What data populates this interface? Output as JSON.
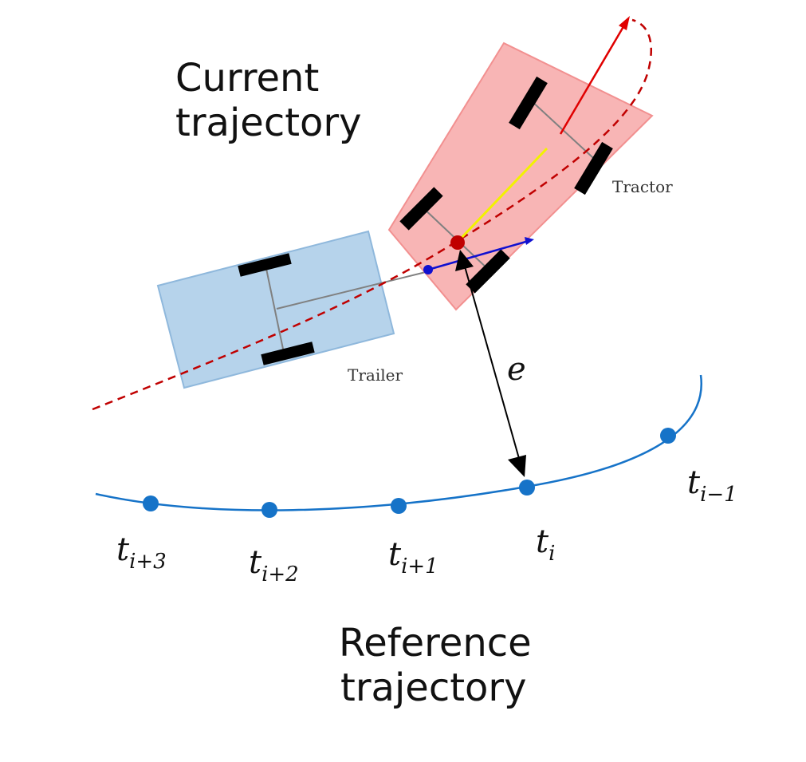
{
  "labels": {
    "current_line1": "Current",
    "current_line2": "trajectory",
    "reference_line1": "Reference",
    "reference_line2": "trajectory",
    "tractor": "Tractor",
    "trailer": "Trailer",
    "error": "e"
  },
  "time_points": [
    {
      "base": "t",
      "sub": "i+3"
    },
    {
      "base": "t",
      "sub": "i+2"
    },
    {
      "base": "t",
      "sub": "i+1"
    },
    {
      "base": "t",
      "sub": "i"
    },
    {
      "base": "t",
      "sub": "i−1"
    }
  ],
  "colors": {
    "reference": "#1673c8",
    "current": "#c00000",
    "tractor_body": "#f7a8a8",
    "trailer_body": "#a9cbe8",
    "heading_arrow": "#e00000",
    "tractor_axis": "#f2f200",
    "hitch_vector": "#1010d0",
    "wheel": "#000000"
  }
}
